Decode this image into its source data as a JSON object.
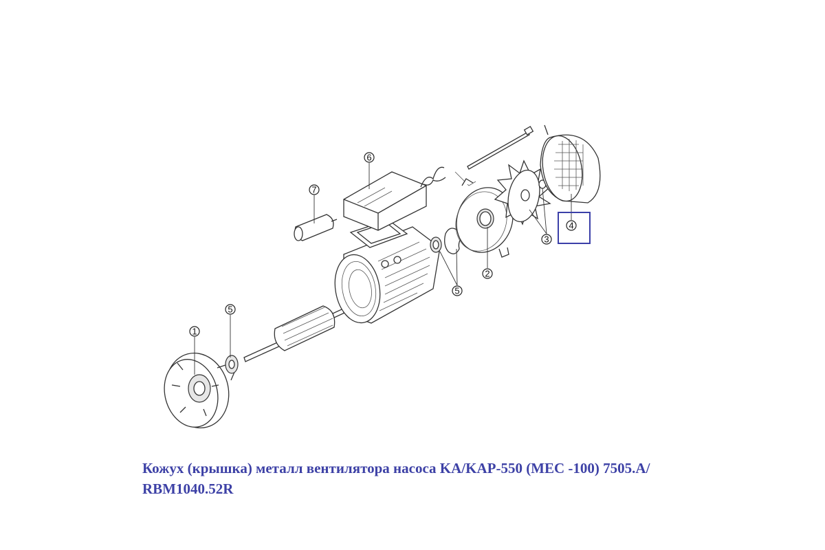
{
  "diagram": {
    "callouts": {
      "motor_flange": "1",
      "rear_shield": "2",
      "fan": "3",
      "fan_cover": "4",
      "bearing_front": "5",
      "bearing_rear": "5",
      "terminal_box": "6",
      "capacitor": "7"
    },
    "highlight_color": "#3b3fa8"
  },
  "caption": {
    "line1": "Кожух (крышка) металл вентилятора насоса KA/KAP-550 (MEC -100) 7505.A/",
    "line2": "RBM1040.52R"
  }
}
